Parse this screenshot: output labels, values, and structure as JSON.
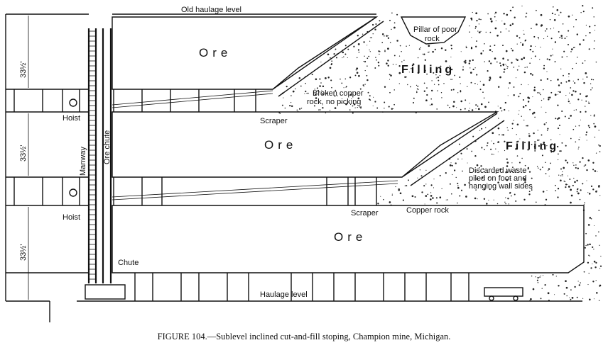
{
  "labels": {
    "old_haulage": "Old haulage level",
    "pillar": "Pillar of poor rock",
    "pillar_line1": "Pillar of poor",
    "pillar_line2": "rock",
    "filling_top": "Filling",
    "filling_mid": "Filling",
    "ore_top": "Ore",
    "ore_mid": "Ore",
    "ore_bottom": "Ore",
    "broken_copper_line1": "Broken copper",
    "broken_copper_line2": "rock, no picking",
    "scraper_top": "Scraper",
    "scraper_mid": "Scraper",
    "hoist_top": "Hoist",
    "hoist_bottom": "Hoist",
    "manway": "Manway",
    "ore_chute": "Ore chute",
    "chute": "Chute",
    "discarded_line1": "Discarded waste",
    "discarded_line2": "piled on foot and",
    "discarded_line3": "hanging wall sides",
    "copper_rock": "Copper rock",
    "haulage_level": "Haulage level",
    "dim_1": "33½'",
    "dim_2": "33½'",
    "dim_3": "33½'"
  },
  "caption": "FIGURE 104.—Sublevel inclined cut-and-fill stoping, Champion mine, Michigan."
}
